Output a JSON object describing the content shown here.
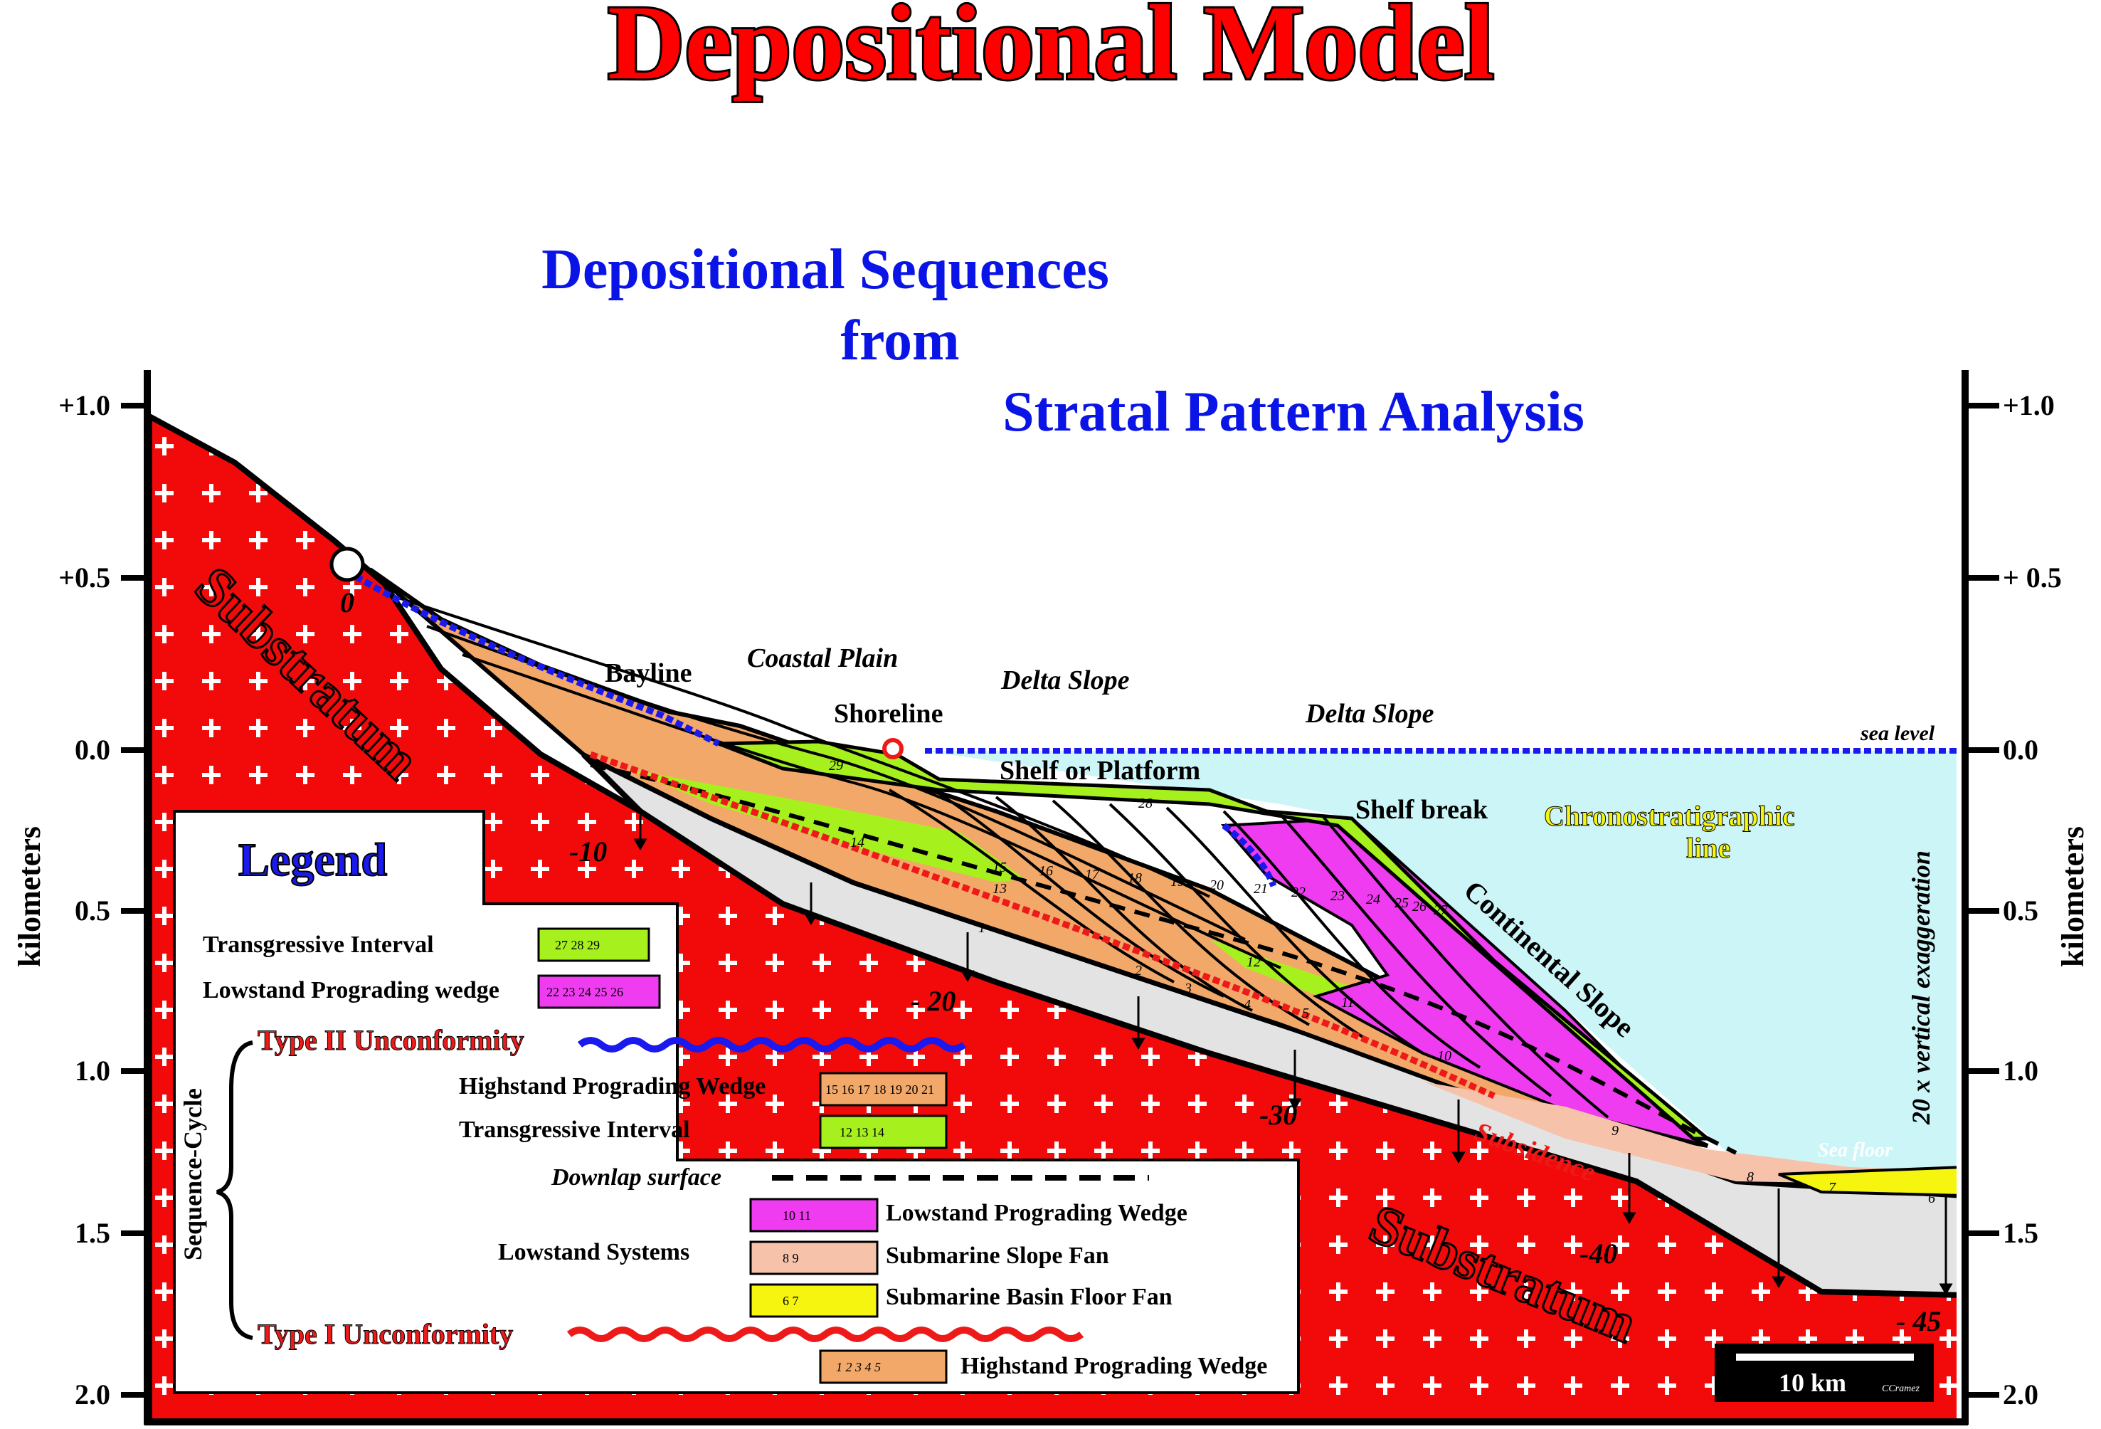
{
  "title": "Depositional Model",
  "subtitle": {
    "line1": "Depositional Sequences",
    "line2": "from",
    "line3": "Stratal Pattern Analysis"
  },
  "axis": {
    "left_label": "kilometers",
    "right_label": "kilometers",
    "left_ticks": [
      "+1.0",
      "+0.5",
      "0.0",
      "0.5",
      "1.0",
      "1.5",
      "2.0"
    ],
    "right_ticks": [
      "+1.0",
      "+ 0.5",
      "0.0",
      "0.5",
      "1.0",
      "1.5",
      "2.0"
    ]
  },
  "labels": {
    "substratum_top": "Substratum",
    "substratum_bottom": "Substratum",
    "bayline": "Bayline",
    "coastal_plain": "Coastal Plain",
    "shoreline": "Shoreline",
    "delta_slope_1": "Delta Slope",
    "delta_slope_2": "Delta Slope",
    "shelf_platform": "Shelf or Platform",
    "shelf_break": "Shelf break",
    "chrono_line_1": "Chronostratigraphic",
    "chrono_line_2": "line",
    "continental_slope": "Continental Slope",
    "sea_level": "sea level",
    "sea_floor": "Sea floor",
    "vertical_exaggeration": "20 x vertical exaggeration",
    "subsidence": "Subsidence",
    "scale": "10 km",
    "credit": "CCramez"
  },
  "subsidence_values": [
    "0",
    "-10",
    "- 20",
    "-30",
    "-40",
    "- 45"
  ],
  "unit_numbers": [
    "1",
    "2",
    "3",
    "4",
    "5",
    "6",
    "7",
    "8",
    "9",
    "10",
    "11",
    "12",
    "13",
    "14",
    "15",
    "16",
    "17",
    "18",
    "19",
    "20",
    "21",
    "22",
    "23",
    "24",
    "25",
    "26",
    "27",
    "28",
    "29"
  ],
  "legend": {
    "title": "Legend",
    "transgressive_interval_top": "Transgressive Interval",
    "lowstand_wedge_top": "Lowstand Prograding wedge",
    "type2": "Type II Unconformity",
    "highstand_wedge": "Highstand Prograding Wedge",
    "transgressive_interval": "Transgressive Interval",
    "downlap": "Downlap surface",
    "lowstand_systems": "Lowstand Systems",
    "lowstand_wedge": "Lowstand Prograding Wedge",
    "slope_fan": "Submarine Slope Fan",
    "basin_floor_fan": "Submarine Basin Floor Fan",
    "type1": "Type I Unconformity",
    "highstand_wedge_bottom": "Highstand Prograding Wedge",
    "sequence_cycle": "Sequence-Cycle",
    "box_ti_top": "27  28  29",
    "box_lpw_top": "22 23 24 25 26",
    "box_hpw": "15 16 17 18 19 20 21",
    "box_ti": "12    13    14",
    "box_lpw": "10    11",
    "box_ssf": "8     9",
    "box_sbff": "6     7",
    "box_hpw_bottom": "1  2  3  4  5"
  },
  "colors": {
    "title_red": "#ff0000",
    "subtitle_blue": "#0a14e6",
    "substratum": "#f20a0a",
    "transgressive": "#a6f01e",
    "lowstand_wedge": "#f03cf0",
    "highstand_wedge": "#f2a869",
    "slope_fan": "#f7c2aa",
    "basin_floor_fan": "#f5f50f",
    "sea": "#ccf5f7",
    "basin_grey": "#e3e3e3",
    "type2_blue": "#1a1aee",
    "type1_red": "#ee1a1a"
  }
}
